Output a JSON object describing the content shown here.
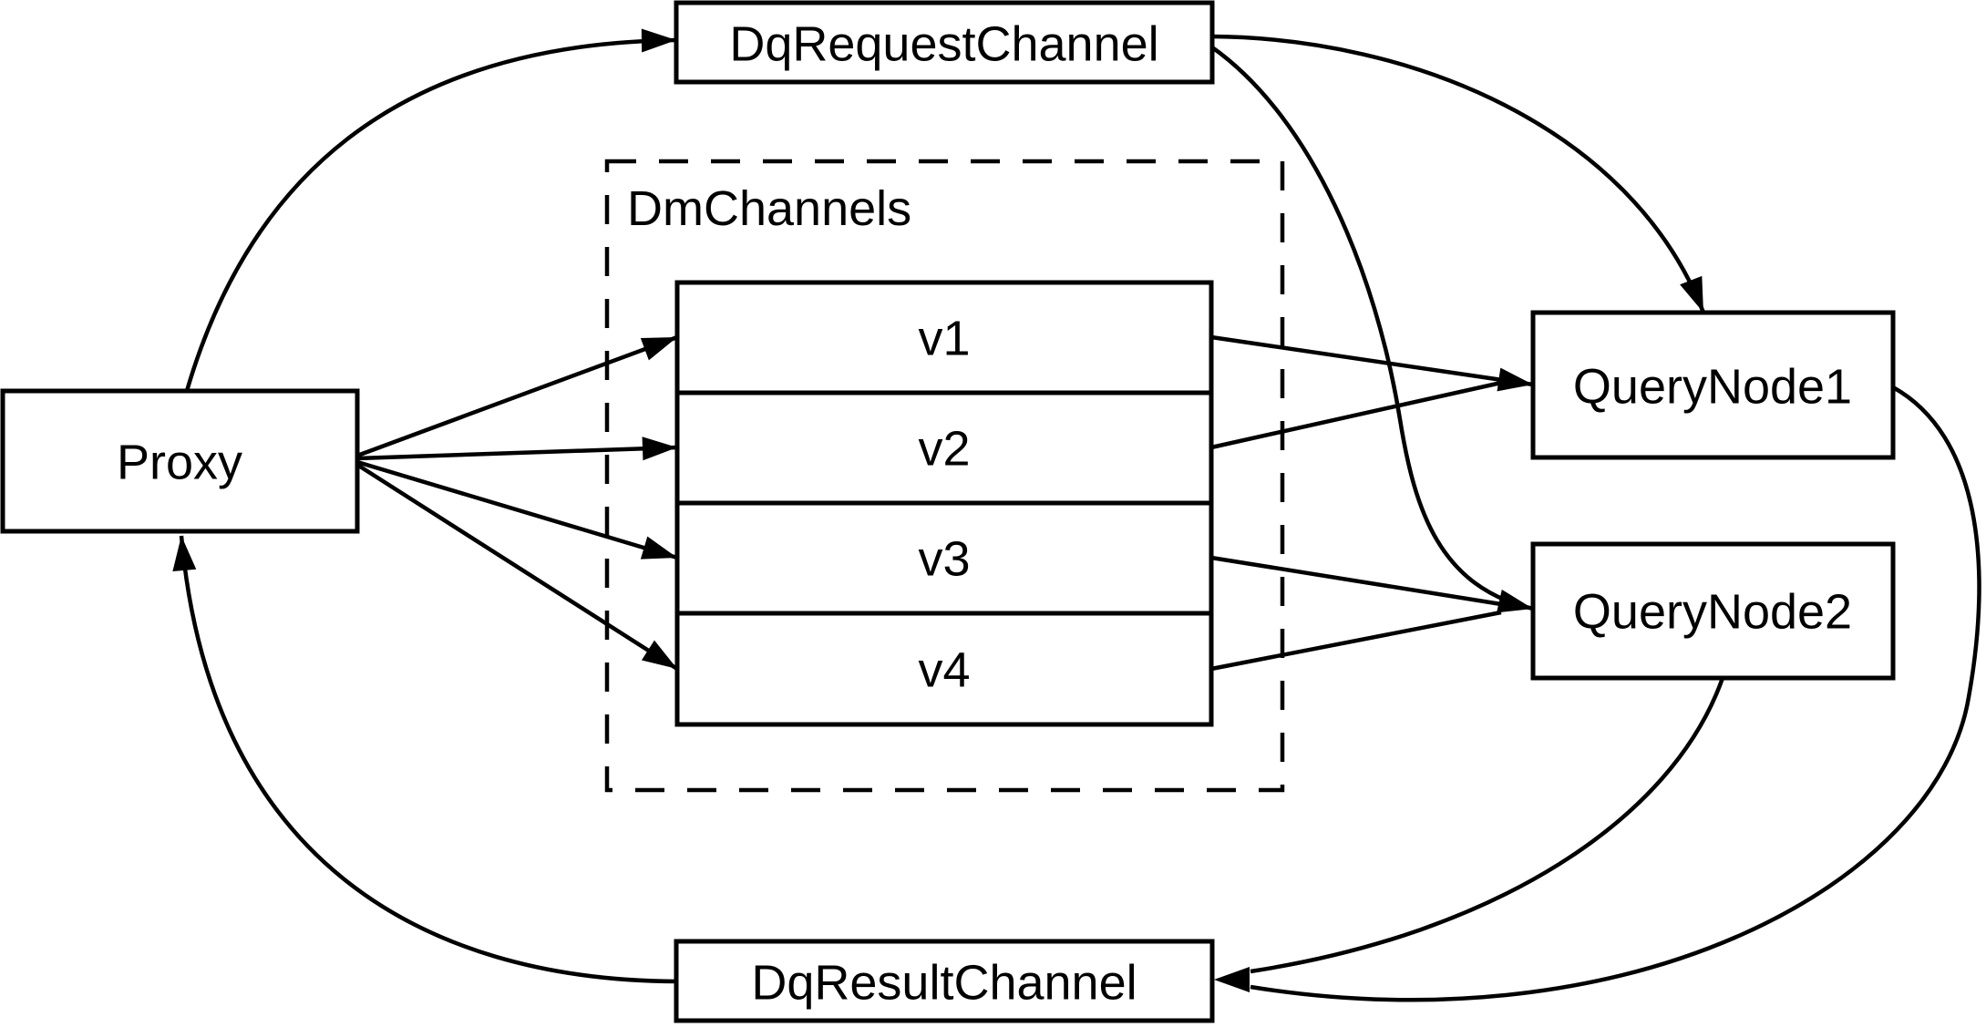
{
  "diagram": {
    "background_color": "#ffffff",
    "stroke_color": "#000000",
    "nodes": {
      "dq_request_channel": {
        "label": "DqRequestChannel"
      },
      "proxy": {
        "label": "Proxy"
      },
      "dm_channels": {
        "label": "DmChannels",
        "channels": [
          "v1",
          "v2",
          "v3",
          "v4"
        ]
      },
      "query_node_1": {
        "label": "QueryNode1"
      },
      "query_node_2": {
        "label": "QueryNode2"
      },
      "dq_result_channel": {
        "label": "DqResultChannel"
      }
    },
    "edges": [
      {
        "from": "Proxy",
        "to": "DqRequestChannel"
      },
      {
        "from": "DqRequestChannel",
        "to": "QueryNode1"
      },
      {
        "from": "DqRequestChannel",
        "to": "QueryNode2"
      },
      {
        "from": "Proxy",
        "to": "v1"
      },
      {
        "from": "Proxy",
        "to": "v2"
      },
      {
        "from": "Proxy",
        "to": "v3"
      },
      {
        "from": "Proxy",
        "to": "v4"
      },
      {
        "from": "v1",
        "to": "QueryNode1"
      },
      {
        "from": "v2",
        "to": "QueryNode1"
      },
      {
        "from": "v3",
        "to": "QueryNode2"
      },
      {
        "from": "v4",
        "to": "QueryNode2"
      },
      {
        "from": "QueryNode1",
        "to": "DqResultChannel"
      },
      {
        "from": "QueryNode2",
        "to": "DqResultChannel"
      },
      {
        "from": "DqResultChannel",
        "to": "Proxy"
      }
    ]
  }
}
